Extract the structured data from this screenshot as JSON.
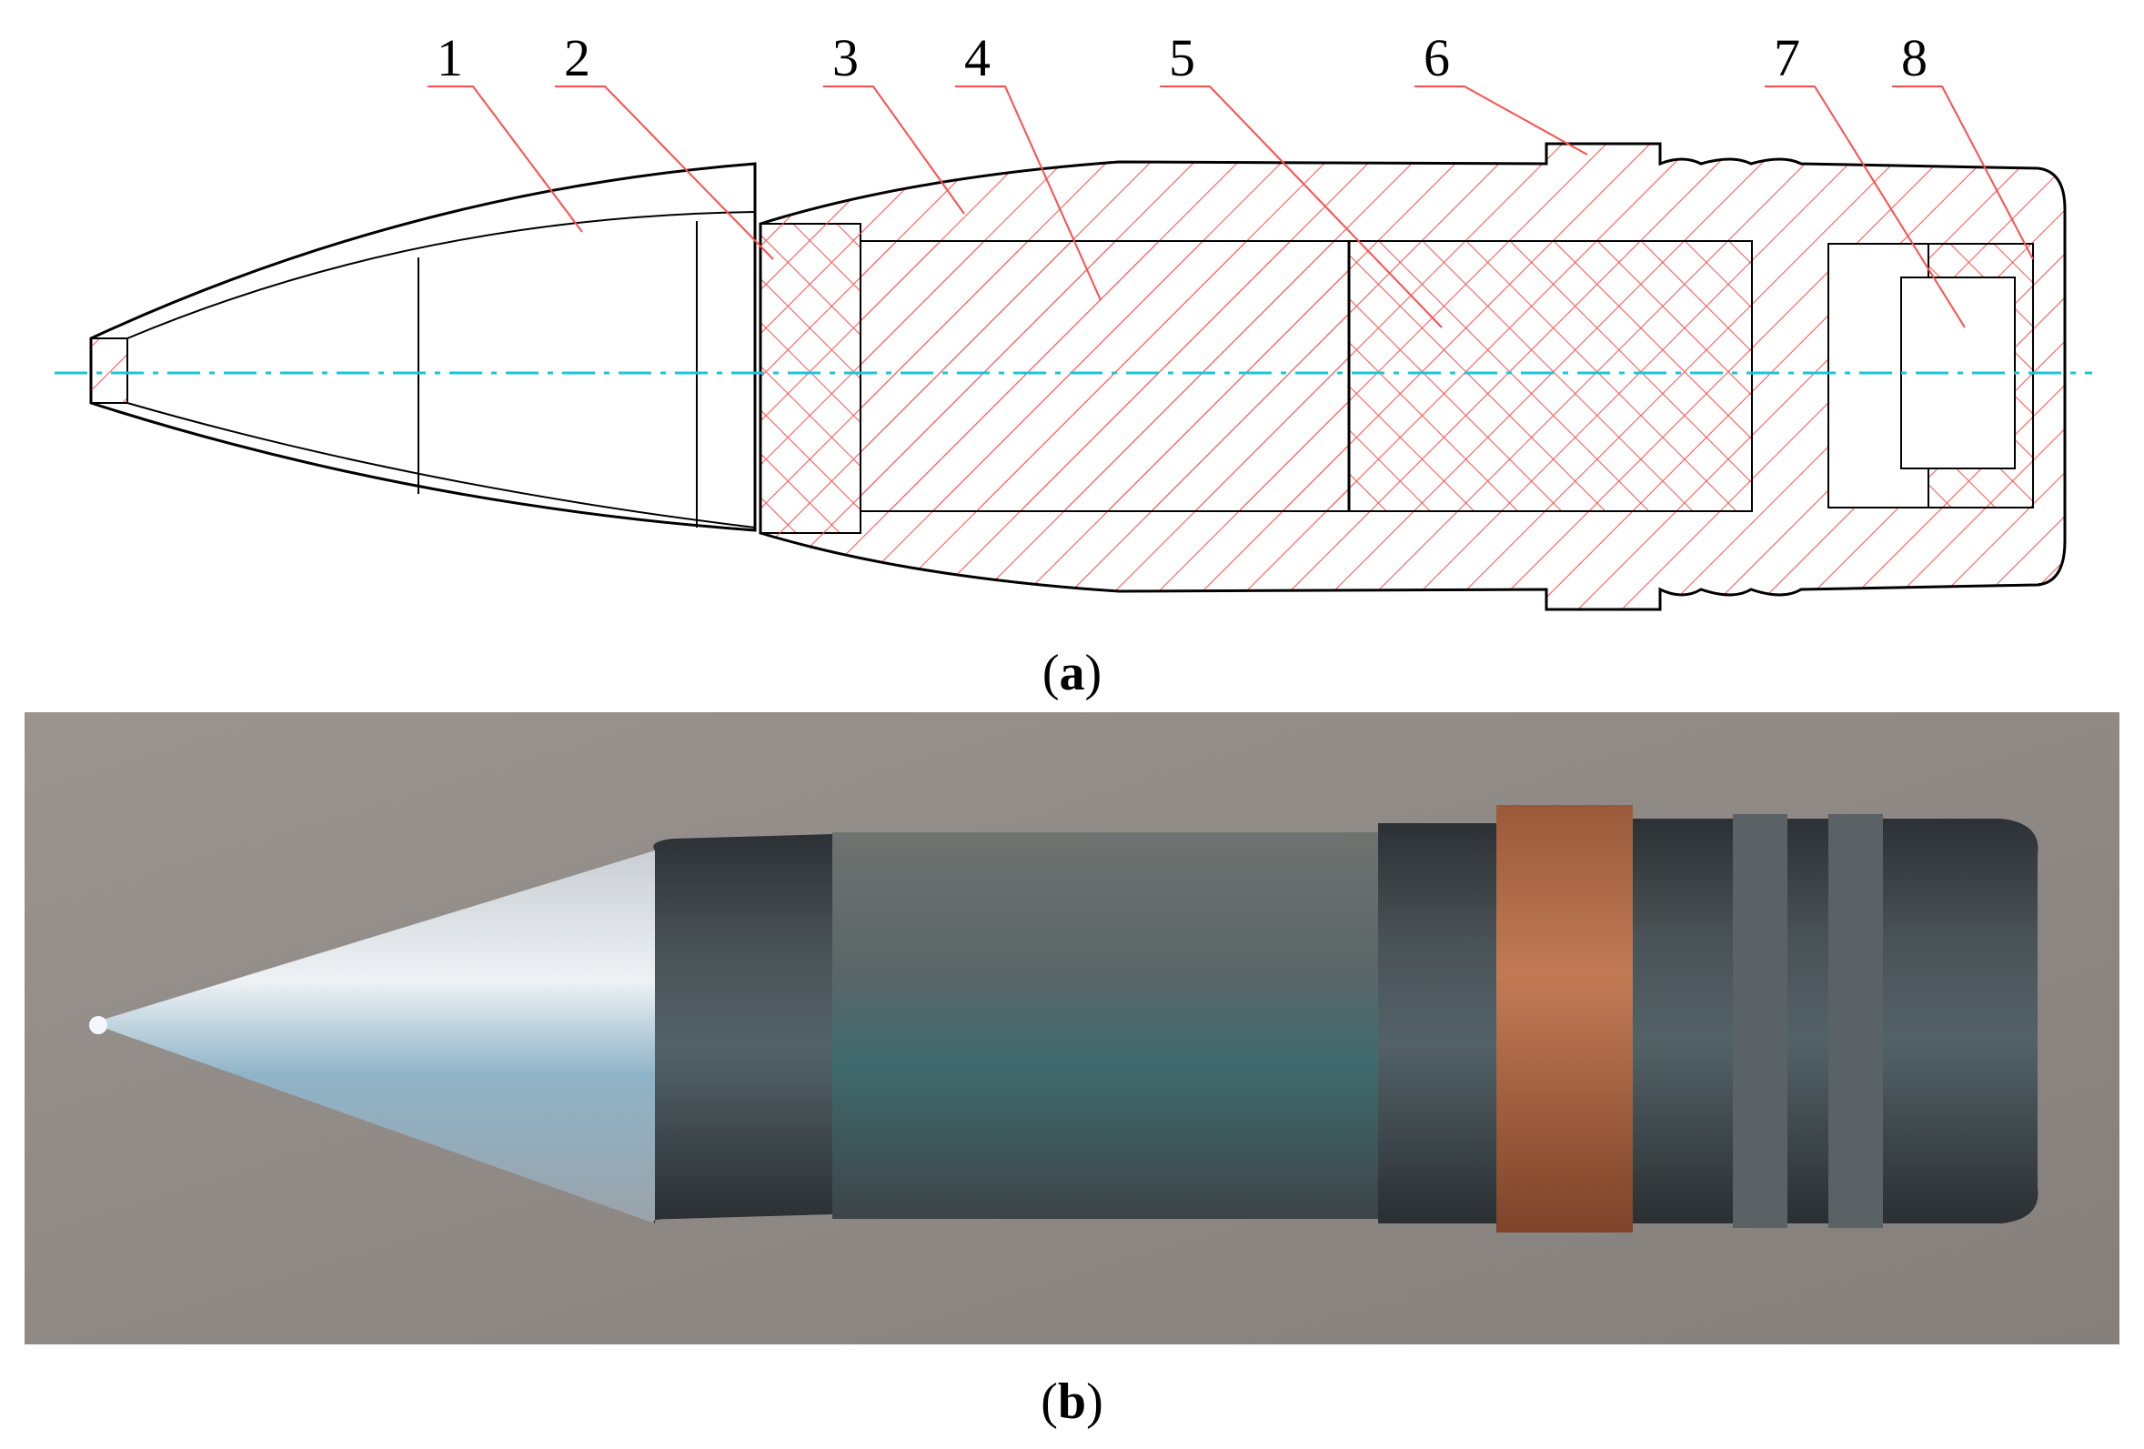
{
  "figure": {
    "panel_a": {
      "caption": {
        "open": "(",
        "label": "a",
        "close": ")"
      },
      "callouts": [
        "1",
        "2",
        "3",
        "4",
        "5",
        "6",
        "7",
        "8"
      ],
      "colors": {
        "hatch": "#ff4d4d",
        "centerline": "#19c7d9",
        "outline": "#000000"
      }
    },
    "panel_b": {
      "caption": {
        "open": "(",
        "label": "b",
        "close": ")"
      },
      "colors": {
        "background": "#8f8a86",
        "tip": "#b8c2cc",
        "body": "#3d4448",
        "band": "#b86a45"
      }
    }
  }
}
